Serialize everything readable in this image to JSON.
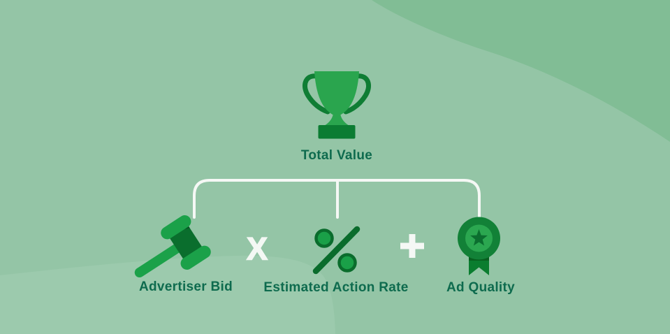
{
  "diagram": {
    "type": "tree",
    "root": {
      "label": "Total Value",
      "icon": "trophy-icon"
    },
    "operators": {
      "multiply": "X",
      "add": "+"
    },
    "children": [
      {
        "label": "Advertiser Bid",
        "icon": "gavel-icon"
      },
      {
        "label": "Estimated Action Rate",
        "icon": "percent-icon"
      },
      {
        "label": "Ad Quality",
        "icon": "ribbon-icon"
      }
    ]
  },
  "colors": {
    "background": "#94c5a6",
    "background_blob_dark": "#81bd95",
    "background_blob_light": "#9ccaad",
    "icon_green_bright": "#1ba149",
    "icon_green_mid": "#128137",
    "icon_green_dark": "#0a6e2d",
    "trophy_cup": "#2aa54e",
    "trophy_base": "#0b7c32",
    "label_text": "#0e6b4e",
    "connector_and_operators": "#f5f8f5"
  }
}
